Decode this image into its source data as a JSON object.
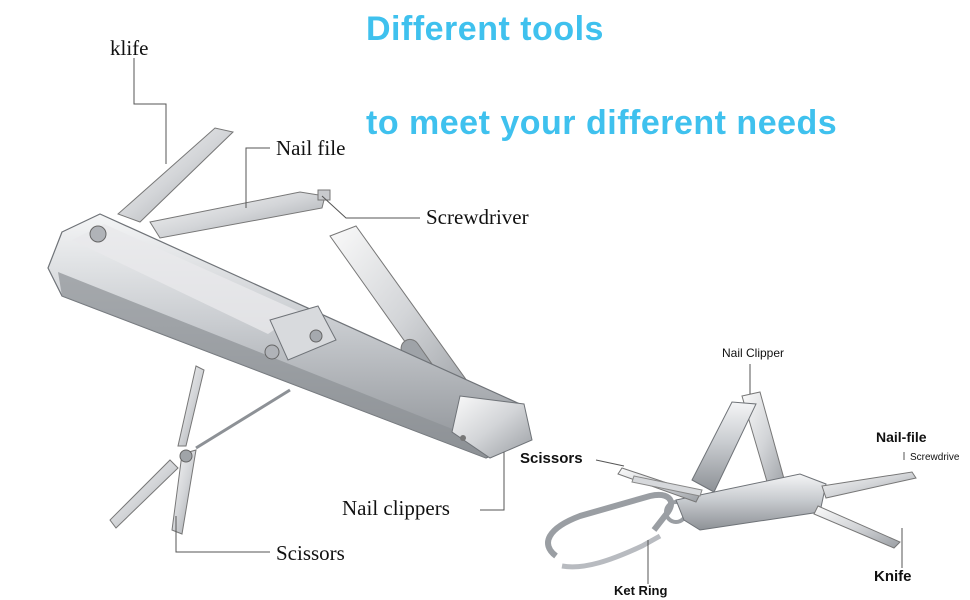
{
  "headline": {
    "line1": "Different tools",
    "line2": "to meet your different needs"
  },
  "main_labels": {
    "knife": "klife",
    "nail_file": "Nail file",
    "screwdriver": "Screwdriver",
    "nail_clippers": "Nail clippers",
    "scissors": "Scissors"
  },
  "inset_labels": {
    "nail_clipper": "Nail Clipper",
    "scissors": "Scissors",
    "nail_file": "Nail-file",
    "screwdriver": "Screwdrive",
    "knife": "Knife",
    "key_ring": "Ket Ring"
  },
  "colors": {
    "headline": "#3fc1ee",
    "steel_light": "#e6e7e9",
    "steel_mid": "#b8bbc0",
    "steel_dark": "#6f7378"
  }
}
